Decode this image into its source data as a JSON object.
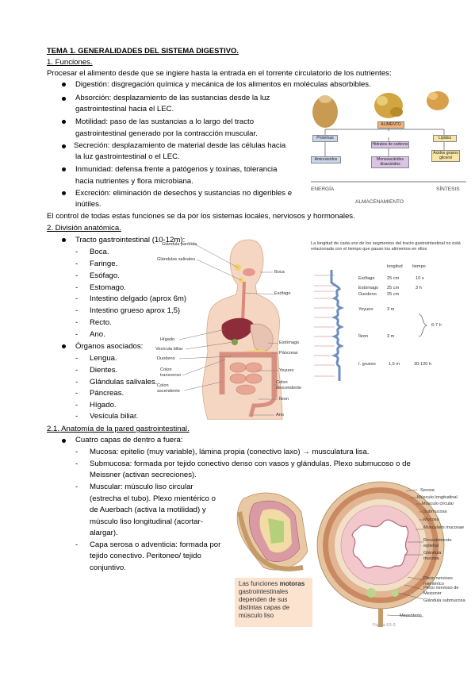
{
  "title": "TEMA 1. GENERALIDADES DEL SISTEMA DIGESTIVO.",
  "s1": {
    "heading": "1. Funciones.",
    "intro": "Procesar el alimento desde que se ingiere hasta la entrada en el torrente circulatorio de los nutrientes:",
    "lines": [
      "Digestión: disgregación química y mecánica de los alimentos en moléculas absorbibles.",
      "Absorción: desplazamiento de las sustancias desde la luz",
      "gastrointestinal hacia el LEC.",
      "Motilidad: paso de las sustancias a lo largo del tracto",
      "gastrointestinal generado por la contracción muscular.",
      "Secreción: desplazamiento de material desde las células hacia",
      "la luz gastrointestinal o el LEC.",
      "Inmunidad: defensa frente a patógenos y toxinas, tolerancia",
      "hacia nutrientes y flora microbiana.",
      "Excreción: eliminación de desechos y sustancias no digeribles e",
      "inútiles."
    ],
    "control": "El control de todas estas funciones se da por los sistemas locales, nerviosos y hormonales."
  },
  "s2": {
    "heading": "2. División anatómica.",
    "tract": "Tracto gastrointestinal (10-12m):",
    "tract_items": [
      "Boca.",
      "Faringe.",
      "Esófago.",
      "Estomago.",
      "Intestino delgado (aprox 6m)",
      "Intestino grueso aprox 1,5)",
      "Recto.",
      "Ano."
    ],
    "organs": "Órganos asociados:",
    "organ_items": [
      "Lengua.",
      "Dientes.",
      "Glándulas salivales.",
      "Páncreas.",
      "Hígado.",
      "Vesícula biliar."
    ]
  },
  "s21": {
    "heading": "2.1. Anatomía de la pared gastrointestinal.",
    "layers_intro": "Cuatro capas de dentro a fuera:",
    "lines": [
      "Mucosa: epitelio (muy variable), lámina propia (conectivo laxo) → musculatura lisa.",
      "Submucosa: formada por tejido conectivo denso con vasos y glándulas. Plexo submucoso o de",
      "Meissner (activan secreciones).",
      "Muscular: músculo liso circular",
      "(estrecha el tubo). Plexo mientérico o",
      "de Auerbach (activa la motilidad) y",
      "músculo liso longitudinal (acortar-",
      "alargar).",
      "Capa serosa o adventicia: formada por",
      "tejido conectivo. Peritoneo/ tejido",
      "conjuntivo."
    ]
  },
  "fig_food": {
    "center": "ALIMENTO",
    "proteins": "Proteínas",
    "carbs": "Hidratos de carbono",
    "lipids": "Lípidos",
    "amino": "Aminoácidos",
    "mono": "Monosacáridos disacáridos",
    "fatty": "Ácidos grasos glicerol",
    "energy": "ENERGÍA",
    "storage": "ALMACENAMIENTO",
    "synthesis": "SÍNTESIS"
  },
  "fig_body": {
    "labels_left": [
      "Glándula parótida",
      "Glándulas salivales",
      "Hígado",
      "Vesícula biliar",
      "Duodeno",
      "Colon transverso",
      "Colon ascendente"
    ],
    "labels_right": [
      "Boca",
      "Esófago",
      "Estómago",
      "Páncreas",
      "Yeyuno",
      "Colon descendente",
      "Íleon",
      "Ano"
    ]
  },
  "fig_length": {
    "caption": "La longitud de cada uno de los segmentos del tracto gastrointestinal no está relacionada con el tiempo que pasan los alimentos en ellos",
    "col_len": "longitud",
    "col_time": "tiempo",
    "rows": [
      {
        "name": "Esófago",
        "len": "25 cm",
        "time": "10 s"
      },
      {
        "name": "Estómago",
        "len": "25 cm",
        "time": "3 h"
      },
      {
        "name": "Duodeno",
        "len": "25 cm",
        "time": ""
      },
      {
        "name": "Yeyuno",
        "len": "3 m",
        "time": ""
      },
      {
        "name": "Íleon",
        "len": "3 m",
        "time": ""
      },
      {
        "name": "I. grueso",
        "len": "1,5 m",
        "time": "30-120 h"
      }
    ],
    "brace_time": "6-7 h"
  },
  "fig_wall": {
    "labels": [
      "Serosa",
      "Músculo longitudinal",
      "Músculo circular",
      "Submucosa",
      "Mucosa",
      "Muscularis mucosae",
      "Revestimiento epitelial",
      "Glándula mucosa",
      "Plexo nervioso mientérico",
      "Plexo nervioso de Meissner",
      "Glándula submucosa",
      "Mesenterio"
    ],
    "note": "Las funciones motoras gastrointestinales dependen de sus distintas capas de músculo liso",
    "note_bold": "motoras",
    "fig_label": "Figura 63-3"
  }
}
